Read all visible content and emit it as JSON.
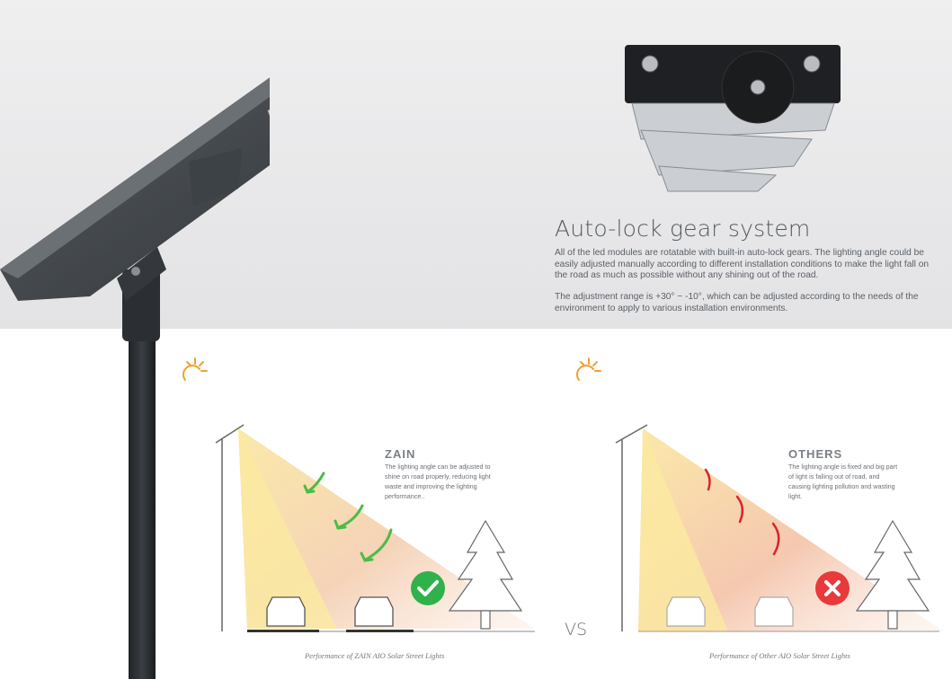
{
  "feature": {
    "title": "Auto-lock gear system",
    "paragraph1": "All of the led modules are rotatable with built-in auto-lock gears. The lighting angle could be easily adjusted manually according to different installation conditions to make the light fall on the road as much as possible without any shining out of the road.",
    "paragraph2": "The adjustment range is +30° ~ -10°,  which can be adjusted according to the needs of the environment to apply to various installation environments."
  },
  "comparison": {
    "left": {
      "brand": "ZAIN",
      "description": "The lighting angle can be adjusted to shine on road properly, reducing light waste and improving the lighting performance..",
      "caption": "Performance of ZAIN AIO Solar Street Lights",
      "verdict_icon": "check-icon"
    },
    "vs_label": "VS",
    "right": {
      "brand": "OTHERS",
      "description": "The lighting angle is fixed and big part of light is falling out of road, and causing lighting pollution and wasting light.",
      "caption": "Performance of Other AIO Solar Street Lights",
      "verdict_icon": "cross-icon"
    }
  },
  "colors": {
    "check_green": "#2fb24c",
    "cross_red": "#e8393b",
    "sun_orange": "#f0a030",
    "arrow_green": "#4cbb47",
    "arc_red": "#d9232e"
  }
}
